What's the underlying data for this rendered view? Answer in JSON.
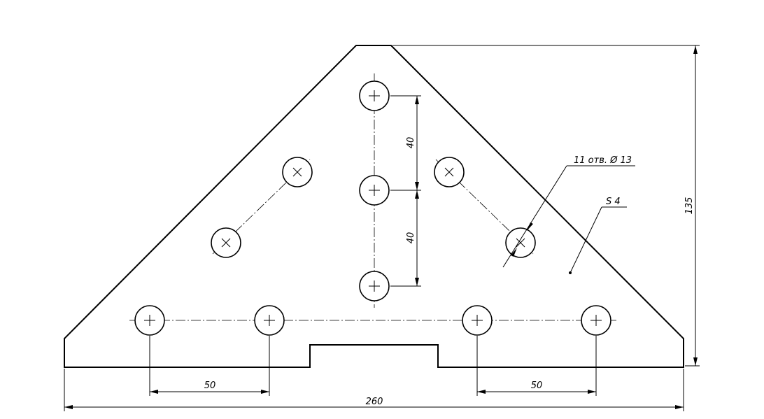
{
  "dimensions": {
    "overall_width": "260",
    "height": "135",
    "spacing_left": "50",
    "spacing_right": "50",
    "vertical_upper": "40",
    "vertical_lower": "40"
  },
  "callouts": {
    "holes": "11 отв. Ø 13",
    "thickness": "S 4"
  }
}
